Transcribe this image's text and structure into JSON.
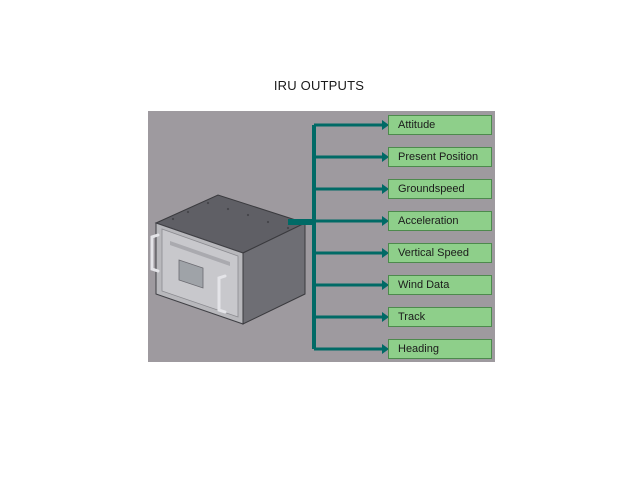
{
  "title": "IRU OUTPUTS",
  "colors": {
    "panel": "#9e9a9f",
    "trunk": "#006a66",
    "box_fill": "#8ecf8a",
    "box_border": "#4d8a4d"
  },
  "outputs": [
    {
      "label": "Attitude"
    },
    {
      "label": "Present Position"
    },
    {
      "label": "Groundspeed"
    },
    {
      "label": "Acceleration"
    },
    {
      "label": "Vertical Speed"
    },
    {
      "label": "Wind Data"
    },
    {
      "label": "Track"
    },
    {
      "label": "Heading"
    }
  ]
}
